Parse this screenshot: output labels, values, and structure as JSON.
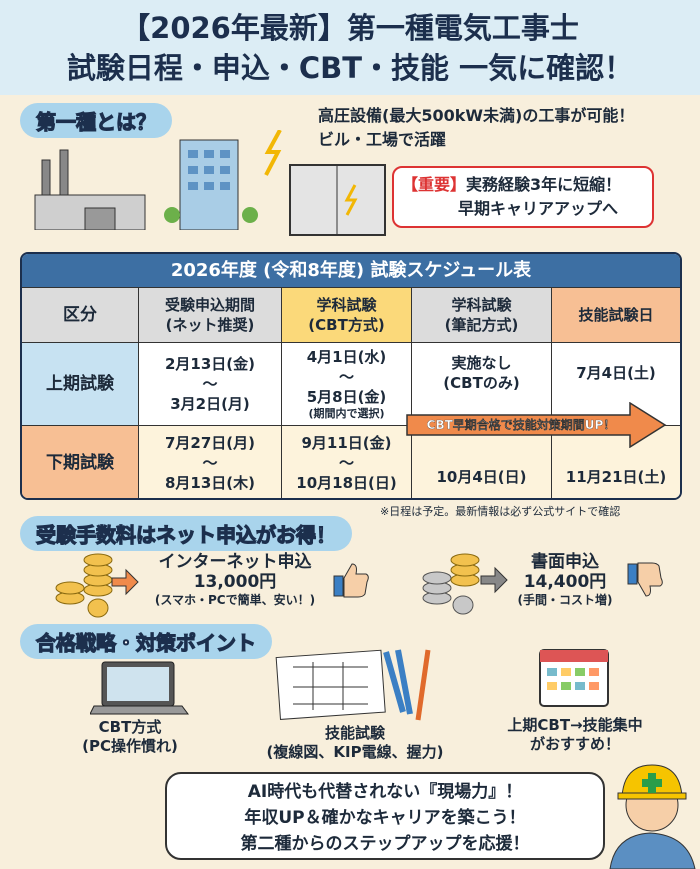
{
  "title": {
    "line1": "【2026年最新】第一種電気工事士",
    "line2": "試験日程・申込・CBT・技能 一気に確認！"
  },
  "intro": {
    "heading": "第一種とは？",
    "line1": "高圧設備(最大500kW未満)の工事が可能！",
    "line2": "ビル・工場で活躍",
    "callout_tag": "【重要】",
    "callout_line1": "実務経験3年に短縮！",
    "callout_line2": "早期キャリアアップへ"
  },
  "schedule": {
    "title": "2026年度 (令和8年度) 試験スケジュール表",
    "headers": [
      [
        "区分",
        ""
      ],
      [
        "受験申込期間",
        "(ネット推奨)"
      ],
      [
        "学科試験",
        "(CBT方式)"
      ],
      [
        "学科試験",
        "(筆記方式)"
      ],
      [
        "技能試験日",
        ""
      ]
    ],
    "rows": [
      {
        "label": "上期試験",
        "apply": [
          "2月13日(金)",
          "〜",
          "3月2日(月)"
        ],
        "cbt": [
          "4月1日(水)",
          "〜",
          "5月8日(金)"
        ],
        "cbt_note": "(期間内で選択)",
        "paper": [
          "実施なし",
          "(CBTのみ)"
        ],
        "skill": "7月4日(土)"
      },
      {
        "label": "下期試験",
        "apply": [
          "7月27日(月)",
          "〜",
          "8月13日(木)"
        ],
        "cbt": [
          "9月11日(金)",
          "〜",
          "10月18日(日)"
        ],
        "paper": [
          "10月4日(日)"
        ],
        "skill": "11月21日(土)"
      }
    ],
    "arrow_text": "CBT早期合格で技能対策期間UP！",
    "note": "※日程は予定。最新情報は必ず公式サイトで確認"
  },
  "fees": {
    "heading": "受験手数料はネット申込がお得！",
    "online": {
      "label": "インターネット申込",
      "price": "13,000円",
      "note": "(スマホ・PCで簡単、安い！)"
    },
    "paper": {
      "label": "書面申込",
      "price": "14,400円",
      "note": "(手間・コスト増)"
    }
  },
  "strategy": {
    "heading": "合格戦略・対策ポイント",
    "items": [
      {
        "l1": "CBT方式",
        "l2": "(PC操作慣れ)"
      },
      {
        "l1": "技能試験",
        "l2": "(複線図、KIP電線、握力)"
      },
      {
        "l1": "上期CBT→技能集中",
        "l2": "がおすすめ！"
      }
    ]
  },
  "bubble": {
    "line1": "AI時代も代替されない『現場力』！",
    "line2": "年収UP＆確かなキャリアを築こう！",
    "line3": "第二種からのステップアップを応援！"
  },
  "colors": {
    "navy": "#1c2f4d",
    "header_blue": "#3d6fa3",
    "accent_orange": "#f08a4b",
    "important_red": "#d33333"
  }
}
